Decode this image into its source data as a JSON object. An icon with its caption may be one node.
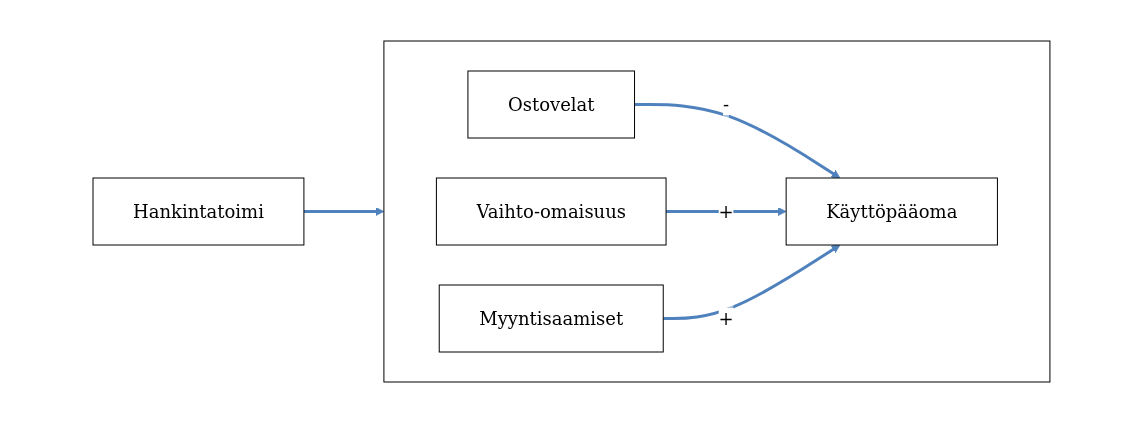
{
  "diagram": {
    "nodes": [
      {
        "text": [
          "Hankintatoimi"
        ]
      },
      {
        "text": [],
        "shape": "box"
      },
      {
        "text": [
          "Ostovelat"
        ],
        "in": 1
      },
      {
        "text": [
          "Vaihto-omaisuus"
        ],
        "in": 1
      },
      {
        "text": [
          "Myyntisaamiset"
        ],
        "in": 1
      },
      {
        "text": [
          "Käyttöpääoma"
        ],
        "in": 1
      }
    ],
    "edges": [
      {
        "from": 0,
        "to": 1,
        "arrow": "to"
      },
      {
        "from": 2,
        "to": 5,
        "arrow": "to",
        "label": "-"
      },
      {
        "from": 3,
        "to": 5,
        "arrow": "to",
        "label": "+"
      },
      {
        "from": 4,
        "to": 5,
        "arrow": "to",
        "label": "+"
      }
    ]
  }
}
